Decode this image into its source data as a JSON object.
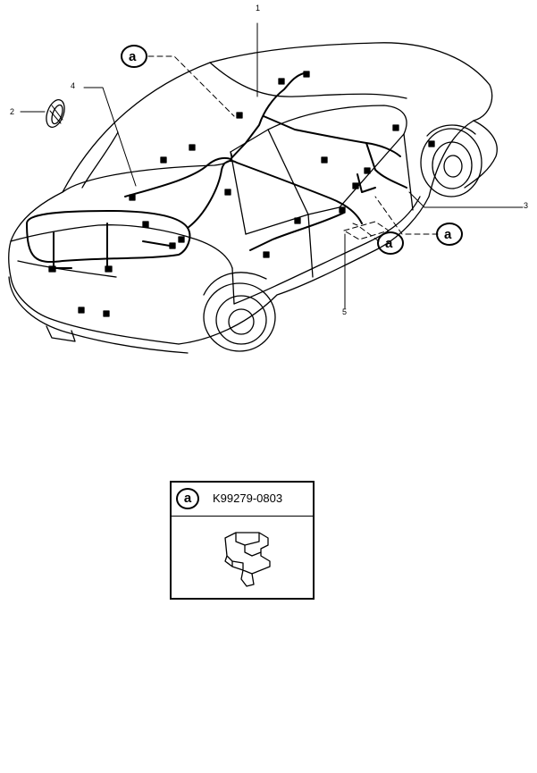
{
  "callouts": {
    "c1": "1",
    "c2": "2",
    "c3": "3",
    "c4": "4",
    "c5": "5"
  },
  "clip_marker": "a",
  "legend": {
    "marker": "a",
    "part_number": "K99279-0803"
  }
}
